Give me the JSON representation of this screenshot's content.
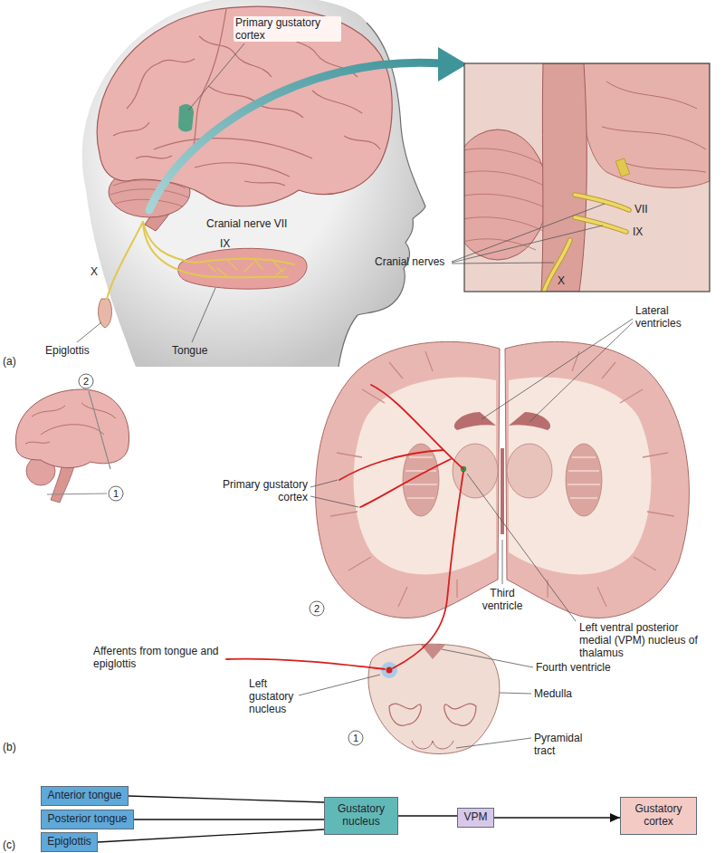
{
  "diagram": {
    "nodes": [
      {
        "text": [
          "Anterior tongue"
        ]
      },
      {
        "text": [
          "Posterior tongue"
        ]
      },
      {
        "text": [
          "Epiglottis"
        ]
      },
      {
        "text": [
          "Gustatory nucleus"
        ]
      },
      {
        "text": [
          "VPM"
        ]
      },
      {
        "text": [
          "Gustatory cortex"
        ]
      }
    ],
    "edges": [
      {
        "from": 0,
        "to": 3,
        "arrow": "none"
      },
      {
        "from": 1,
        "to": 3,
        "arrow": "none"
      },
      {
        "from": 2,
        "to": 3,
        "arrow": "none"
      },
      {
        "from": 3,
        "to": 4,
        "arrow": "none"
      },
      {
        "from": 4,
        "to": 5,
        "arrow": "to"
      }
    ],
    "labels": [
      "Primary gustatory cortex",
      "Cranial nerve VII",
      "IX",
      "X",
      "Epiglottis",
      "Tongue",
      "(a)",
      "VII",
      "IX",
      "X",
      "Cranial nerves",
      "2",
      "1",
      "Lateral ventricles",
      "Primary gustatory cortex",
      "Third ventricle",
      "Left ventral posterior medial (VPM) nucleus of thalamus",
      "2",
      "Afferents from tongue and epiglottis",
      "Left gustatory nucleus",
      "Fourth ventricle",
      "Medulla",
      "Pyramidal tract",
      "1",
      "(b)",
      "(c)"
    ]
  }
}
